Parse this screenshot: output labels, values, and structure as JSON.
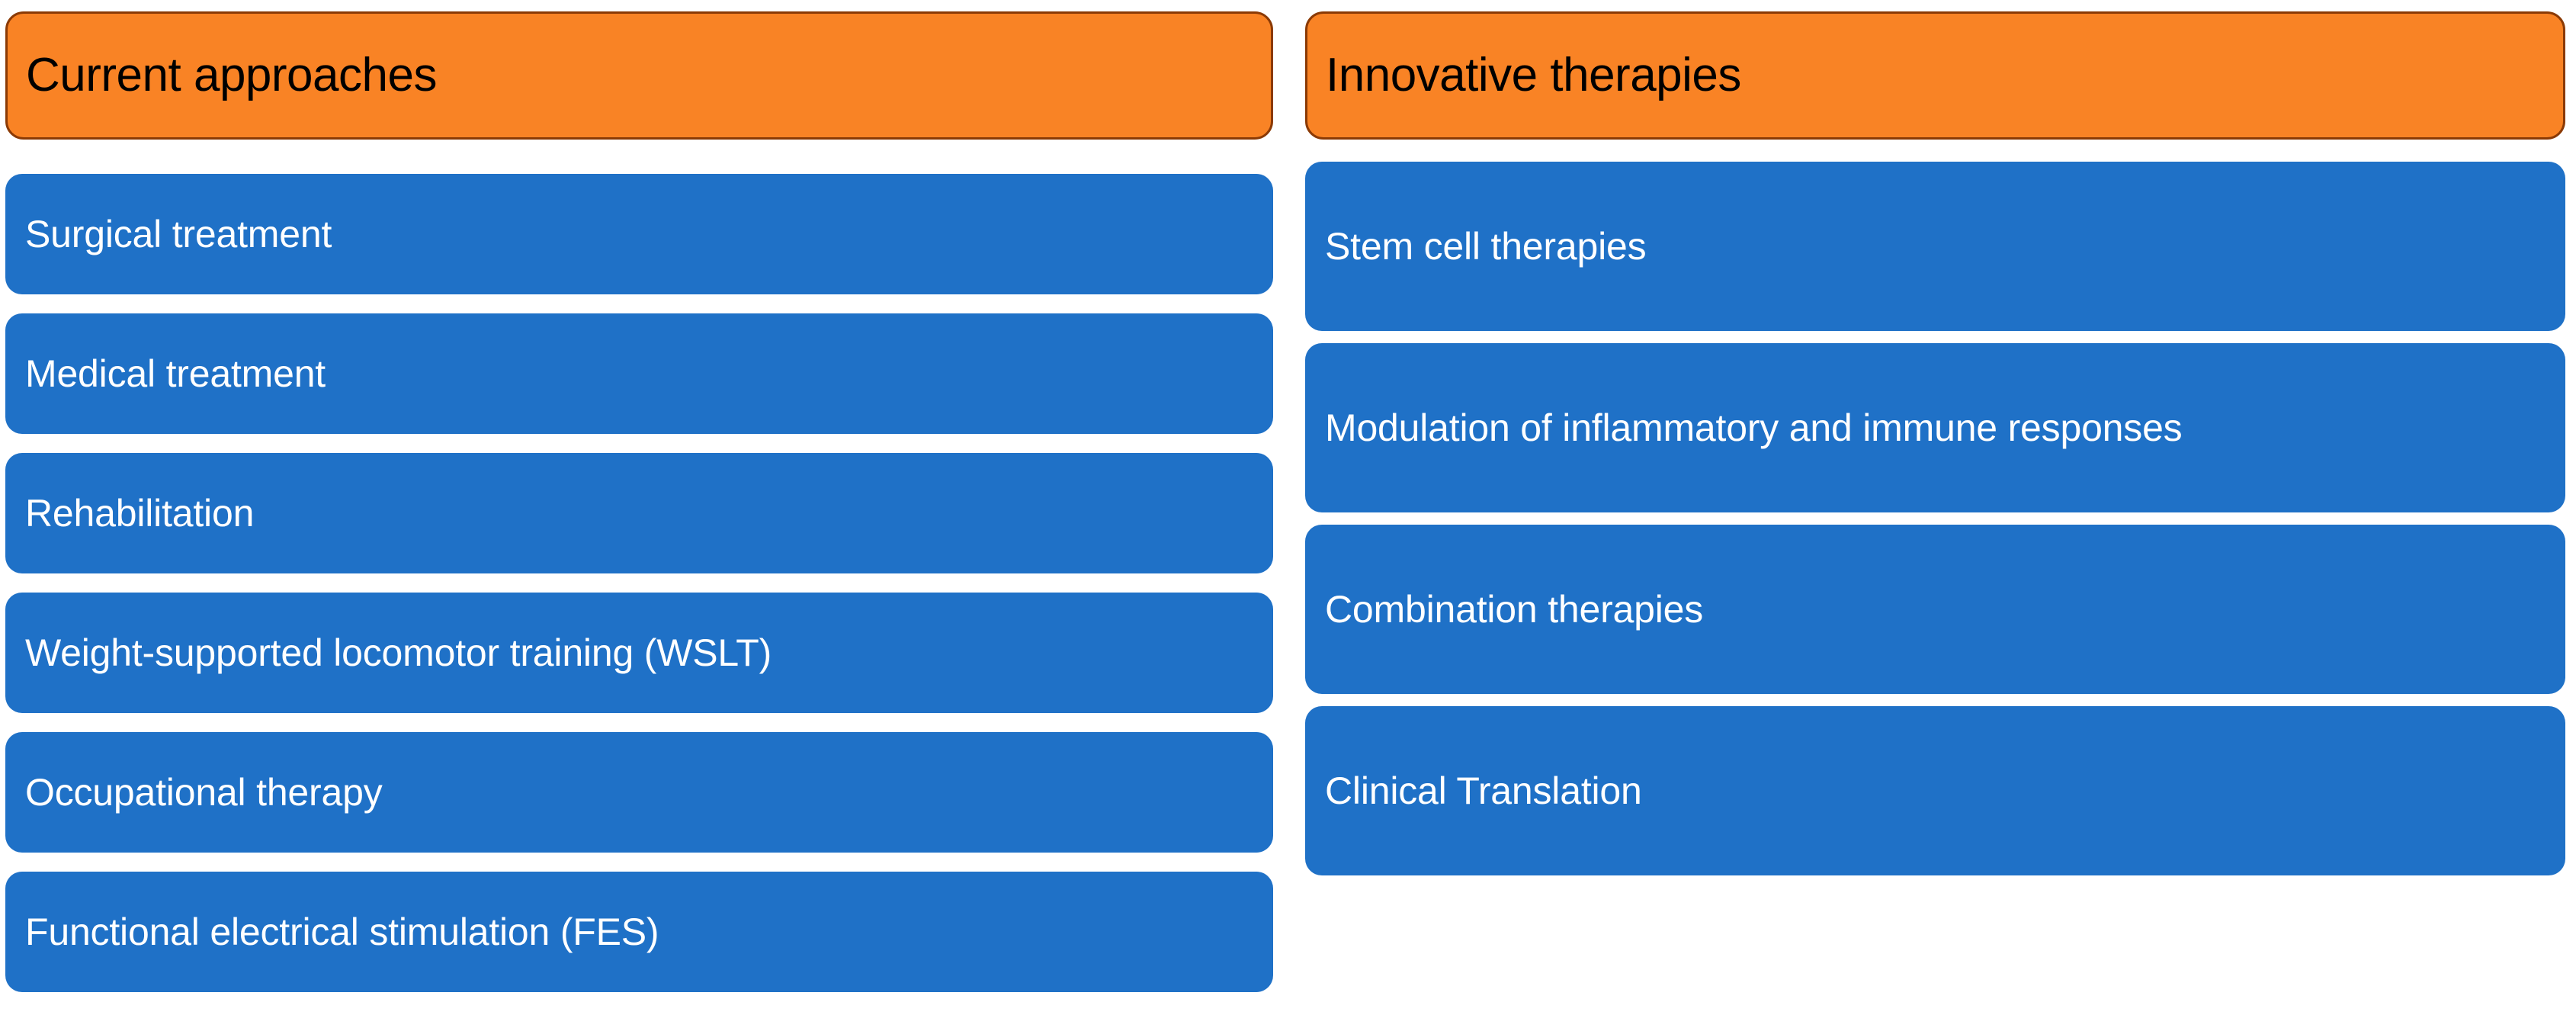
{
  "columns": [
    {
      "header": "Current approaches",
      "header_bg": "#F98325",
      "header_border": "#8B3A05",
      "header_text_color": "#000000",
      "item_bg": "#1F71C7",
      "item_text_color": "#FFFFFF",
      "items": [
        "Surgical treatment",
        "Medical treatment",
        "Rehabilitation",
        "Weight-supported locomotor training (WSLT)",
        "Occupational therapy",
        "Functional electrical stimulation (FES)"
      ]
    },
    {
      "header": "Innovative therapies",
      "header_bg": "#F98325",
      "header_border": "#8B3A05",
      "header_text_color": "#000000",
      "item_bg": "#1F71C7",
      "item_text_color": "#FFFFFF",
      "items": [
        "Stem cell therapies",
        "Modulation of inflammatory and immune responses",
        "Combination therapies",
        "Clinical Translation"
      ]
    }
  ]
}
